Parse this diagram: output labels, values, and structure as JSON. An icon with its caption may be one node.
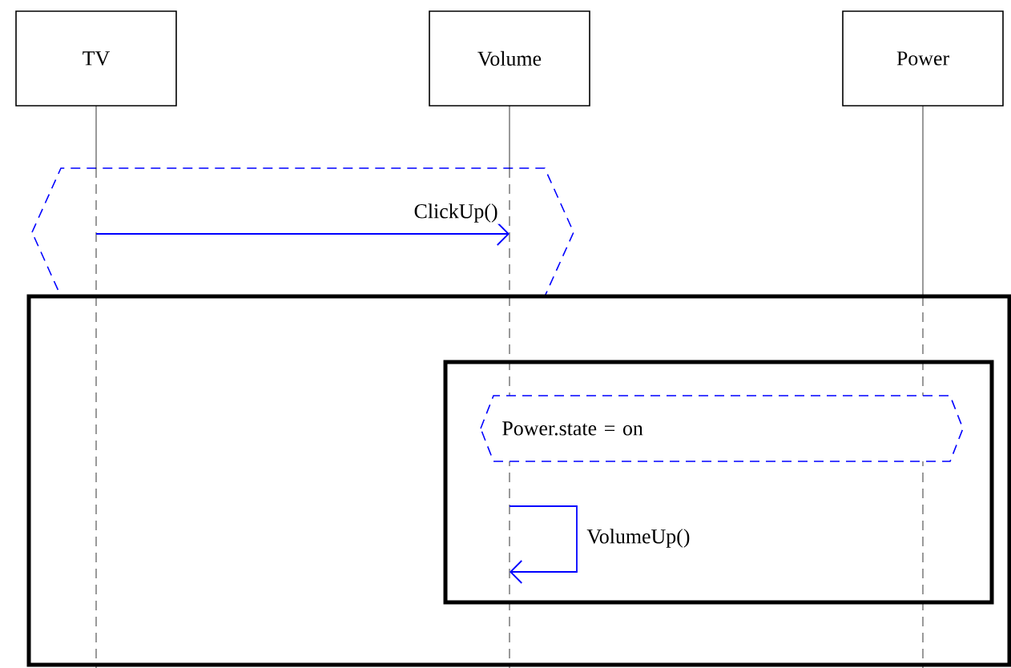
{
  "diagram": {
    "nodes": [
      {
        "text": [
          "TV"
        ]
      },
      {
        "text": [
          "Volume"
        ]
      },
      {
        "text": [
          "Power"
        ]
      },
      {
        "text": [],
        "shape": "box"
      },
      {
        "text": [],
        "shape": "box",
        "in": 3
      },
      {
        "text": [
          "Power.state = on"
        ],
        "in": 4
      }
    ],
    "edges": [
      {
        "from": 0,
        "to": 1,
        "arrow": "to",
        "label": "ClickUp()"
      },
      {
        "from": 1,
        "to": 1,
        "arrow": "to",
        "label": "VolumeUp()"
      }
    ]
  }
}
